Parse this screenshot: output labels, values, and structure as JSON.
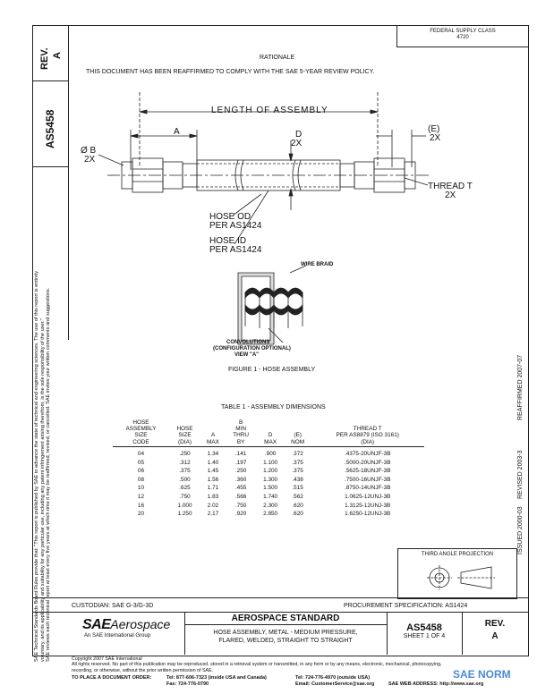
{
  "header": {
    "supply_class_label": "FEDERAL SUPPLY CLASS",
    "supply_class_value": "4720",
    "rev_label": "REV.",
    "rev_value": "A",
    "doc_number": "AS5458",
    "rationale_heading": "RATIONALE",
    "rationale_text": "THIS DOCUMENT HAS BEEN REAFFIRMED TO COMPLY WITH THE SAE 5-YEAR REVIEW POLICY."
  },
  "drawing": {
    "length_label": "LENGTH OF ASSEMBLY",
    "a_label": "A",
    "d_label": "D",
    "d_qty": "2X",
    "b_label": "Ø B",
    "b_qty": "2X",
    "e_label": "(E)",
    "e_qty": "2X",
    "thread_label": "THREAD T",
    "thread_qty": "2X",
    "hose_od": "HOSE OD",
    "hose_od_ref": "PER AS1424",
    "hose_id": "HOSE ID",
    "hose_id_ref": "PER AS1424",
    "wire_braid": "WIRE BRAID",
    "convolutions": "CONVOLUTIONS",
    "config_optional": "(CONFIGURATION OPTIONAL)",
    "view_label": "VIEW \"A\"",
    "figure_caption": "FIGURE 1 - HOSE ASSEMBLY"
  },
  "table": {
    "title": "TABLE 1 - ASSEMBLY DIMENSIONS",
    "headers": [
      [
        "HOSE",
        "ASSEMBLY",
        "SIZE",
        "CODE"
      ],
      [
        "HOSE",
        "SIZE",
        "(DIA)"
      ],
      [
        "A",
        "MAX"
      ],
      [
        "B",
        "MIN",
        "THRU",
        "BY"
      ],
      [
        "D",
        "MAX"
      ],
      [
        "(E)",
        "NOM"
      ],
      [
        "THREAD T",
        "PER AS8879 (ISO 3161)",
        "(DIA)"
      ]
    ],
    "rows": [
      [
        "04",
        ".250",
        "1.34",
        ".141",
        ".900",
        ".372",
        ".4375-20UNJF-3B"
      ],
      [
        "05",
        ".312",
        "1.40",
        ".197",
        "1.100",
        ".375",
        ".5000-20UNJF-3B"
      ],
      [
        "06",
        ".375",
        "1.45",
        ".250",
        "1.200",
        ".375",
        ".5625-18UNJF-3B"
      ],
      [
        "08",
        ".500",
        "1.56",
        ".360",
        "1.300",
        ".438",
        ".7500-16UNJF-3B"
      ],
      [
        "10",
        ".625",
        "1.71",
        ".455",
        "1.500",
        ".515",
        ".8750-14UNJF-3B"
      ],
      [
        "12",
        ".750",
        "1.83",
        ".566",
        "1.740",
        ".562",
        "1.0625-12UNJ-3B"
      ],
      [
        "16",
        "1.000",
        "2.02",
        ".750",
        "2.300",
        ".620",
        "1.3125-12UNJ-3B"
      ],
      [
        "20",
        "1.250",
        "2.17",
        ".920",
        "2.850",
        ".620",
        "1.6250-12UNJ-3B"
      ]
    ]
  },
  "side": {
    "reaffirmed": "REAFFIRMED 2007-07",
    "revised": "REVISED 2003-3",
    "issued": "ISSUED 2000-03",
    "legal_lines": [
      "SAE Technical Standards Board Rules provide that: \"This report is published by SAE to advance the state of technical and engineering sciences. The use of this report is entirely",
      "voluntary, and its applicability and suitability for any particular use, including any patent infringement arising therefrom, is the sole responsibility of the user.\"",
      "SAE reviews each technical report at least every five years at which time it may be reaffirmed, revised, or cancelled. SAE invites your written comments and suggestions."
    ]
  },
  "projection": {
    "label": "THIRD ANGLE PROJECTION"
  },
  "bottom": {
    "custodian": "CUSTODIAN:  SAE G-3/G-3D",
    "procurement": "PROCUREMENT SPECIFICATION: AS1424",
    "sae_logo": "SAE",
    "aerospace": "Aerospace",
    "tagline": "An SAE International Group",
    "title": "AEROSPACE STANDARD",
    "desc_line1": "HOSE ASSEMBLY, METAL - MEDIUM PRESSURE,",
    "desc_line2": "FLARED, WELDED, STRAIGHT TO STRAIGHT",
    "doc_number": "AS5458",
    "sheet": "SHEET 1 OF 4",
    "rev_label": "REV.",
    "rev_value": "A"
  },
  "footer": {
    "copyright": "Copyright 2007 SAE International",
    "rights": "All rights reserved. No part of this publication may be reproduced, stored in a retrieval system or transmitted, in any form or by any means, electronic, mechanical, photocopying,",
    "rights2": "recording, or otherwise, without the prior written permission of SAE.",
    "order_label": "TO PLACE A DOCUMENT ORDER:",
    "tel1": "Tel: 877-606-7323 (inside USA and Canada)",
    "fax": "Fax: 724-776-0790",
    "tel2": "Tel: 724-776-4970 (outside USA)",
    "email": "Email: CustomerService@sae.org",
    "web": "SAE WEB ADDRESS: http://www.sae.org",
    "watermark": "SAE NORM"
  }
}
